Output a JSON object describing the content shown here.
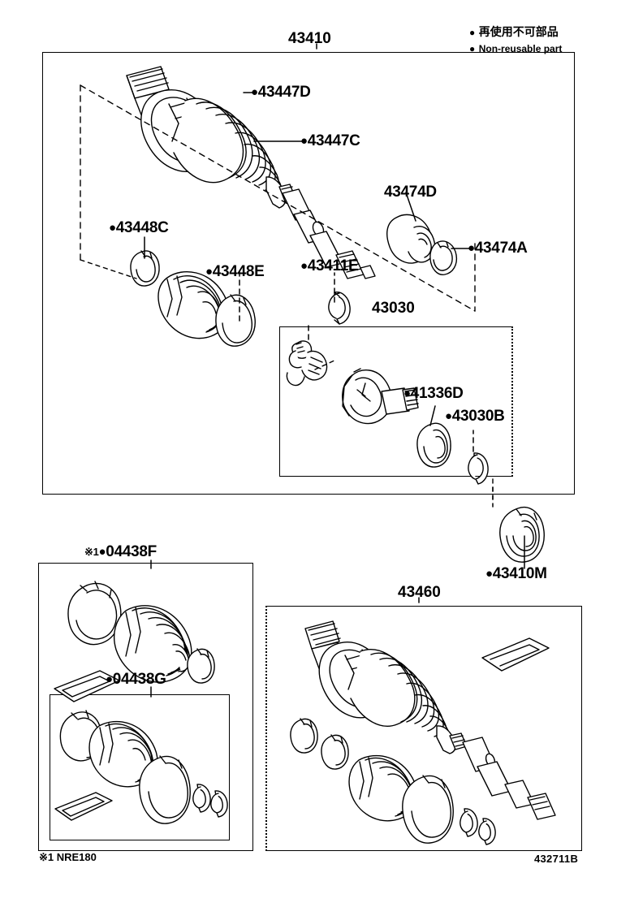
{
  "diagram": {
    "code": "432711B",
    "footnote": "※1 NRE180",
    "legend": {
      "bullet": "●",
      "jp": "再使用不可部品",
      "en": "Non-reusable part"
    }
  },
  "groups": {
    "main_shaft": "43410",
    "inner_joint": "43030",
    "opposite_shaft": "43460",
    "boot_kit_outer": "04438F",
    "boot_kit_inner": "04438G",
    "ref_mark": "※1"
  },
  "parts": [
    {
      "id": "p-43447d",
      "number": "43447D",
      "bullet": true
    },
    {
      "id": "p-43447c",
      "number": "43447C",
      "bullet": true
    },
    {
      "id": "p-43474d",
      "number": "43474D",
      "bullet": false
    },
    {
      "id": "p-43474a",
      "number": "43474A",
      "bullet": true
    },
    {
      "id": "p-43448c",
      "number": "43448C",
      "bullet": true
    },
    {
      "id": "p-43448e",
      "number": "43448E",
      "bullet": true
    },
    {
      "id": "p-43411e",
      "number": "43411E",
      "bullet": true
    },
    {
      "id": "p-41336d",
      "number": "41336D",
      "bullet": true
    },
    {
      "id": "p-43030b",
      "number": "43030B",
      "bullet": true
    },
    {
      "id": "p-43410m",
      "number": "43410M",
      "bullet": true
    }
  ]
}
